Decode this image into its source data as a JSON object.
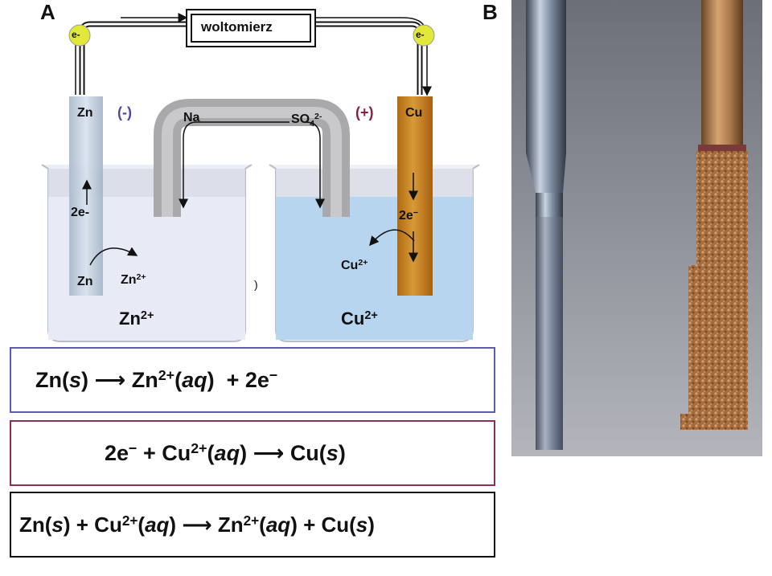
{
  "panel_a": {
    "label": "A",
    "voltmeter": "woltomierz",
    "electron_badge_left": "e-",
    "electron_badge_right": "e-",
    "anode": {
      "symbol": "Zn",
      "polarity": "(-)",
      "electrons": "2e-",
      "metal": "Zn",
      "ion": "Zn",
      "ion_charge": "2+",
      "solution": "Zn",
      "solution_charge": "2+"
    },
    "cathode": {
      "symbol": "Cu",
      "polarity": "(+)",
      "electrons": "2e",
      "electrons_charge": "−",
      "ion": "Cu",
      "ion_charge": "2+",
      "solution": "Cu",
      "solution_charge": "2+"
    },
    "salt_bridge": {
      "cation": "Na",
      "anion": "SO",
      "anion_sub": "4",
      "anion_charge": "2-"
    },
    "stray_mark": ")"
  },
  "panel_b": {
    "label": "B"
  },
  "equations": {
    "oxidation": {
      "p1": "Zn(",
      "p2": "s",
      "p3": ")",
      "arrow": "⟶",
      "p4": "Zn",
      "p5": "2+",
      "p6": "(",
      "p7": "aq",
      "p8": ")",
      "p9": "+ 2e",
      "p10": "−"
    },
    "reduction": {
      "p1": "2e",
      "p2": "−",
      "p3": "+ Cu",
      "p4": "2+",
      "p5": "(",
      "p6": "aq",
      "p7": ")",
      "arrow": "⟶",
      "p8": "Cu(",
      "p9": "s",
      "p10": ")"
    },
    "overall": {
      "p1": "Zn(",
      "p2": "s",
      "p3": ") + Cu",
      "p4": "2+",
      "p5": "(",
      "p6": "aq",
      "p7": ")",
      "arrow": "⟶",
      "p8": "Zn",
      "p9": "2+",
      "p10": "(",
      "p11": "aq",
      "p12": ") + Cu(",
      "p13": "s",
      "p14": ")"
    }
  },
  "colors": {
    "oxidation_border": "#5b5bb0",
    "reduction_border": "#8a3050",
    "overall_border": "#111111",
    "zinc_electrode": "#b8c8d8",
    "copper_electrode": "#c8841c",
    "badge": "#e2e83a",
    "polarity_minus": "#4a4aa0",
    "polarity_plus": "#8a1e3c",
    "cu_solution": "#b9d6ee",
    "zn_solution": "#e6e8f6"
  }
}
